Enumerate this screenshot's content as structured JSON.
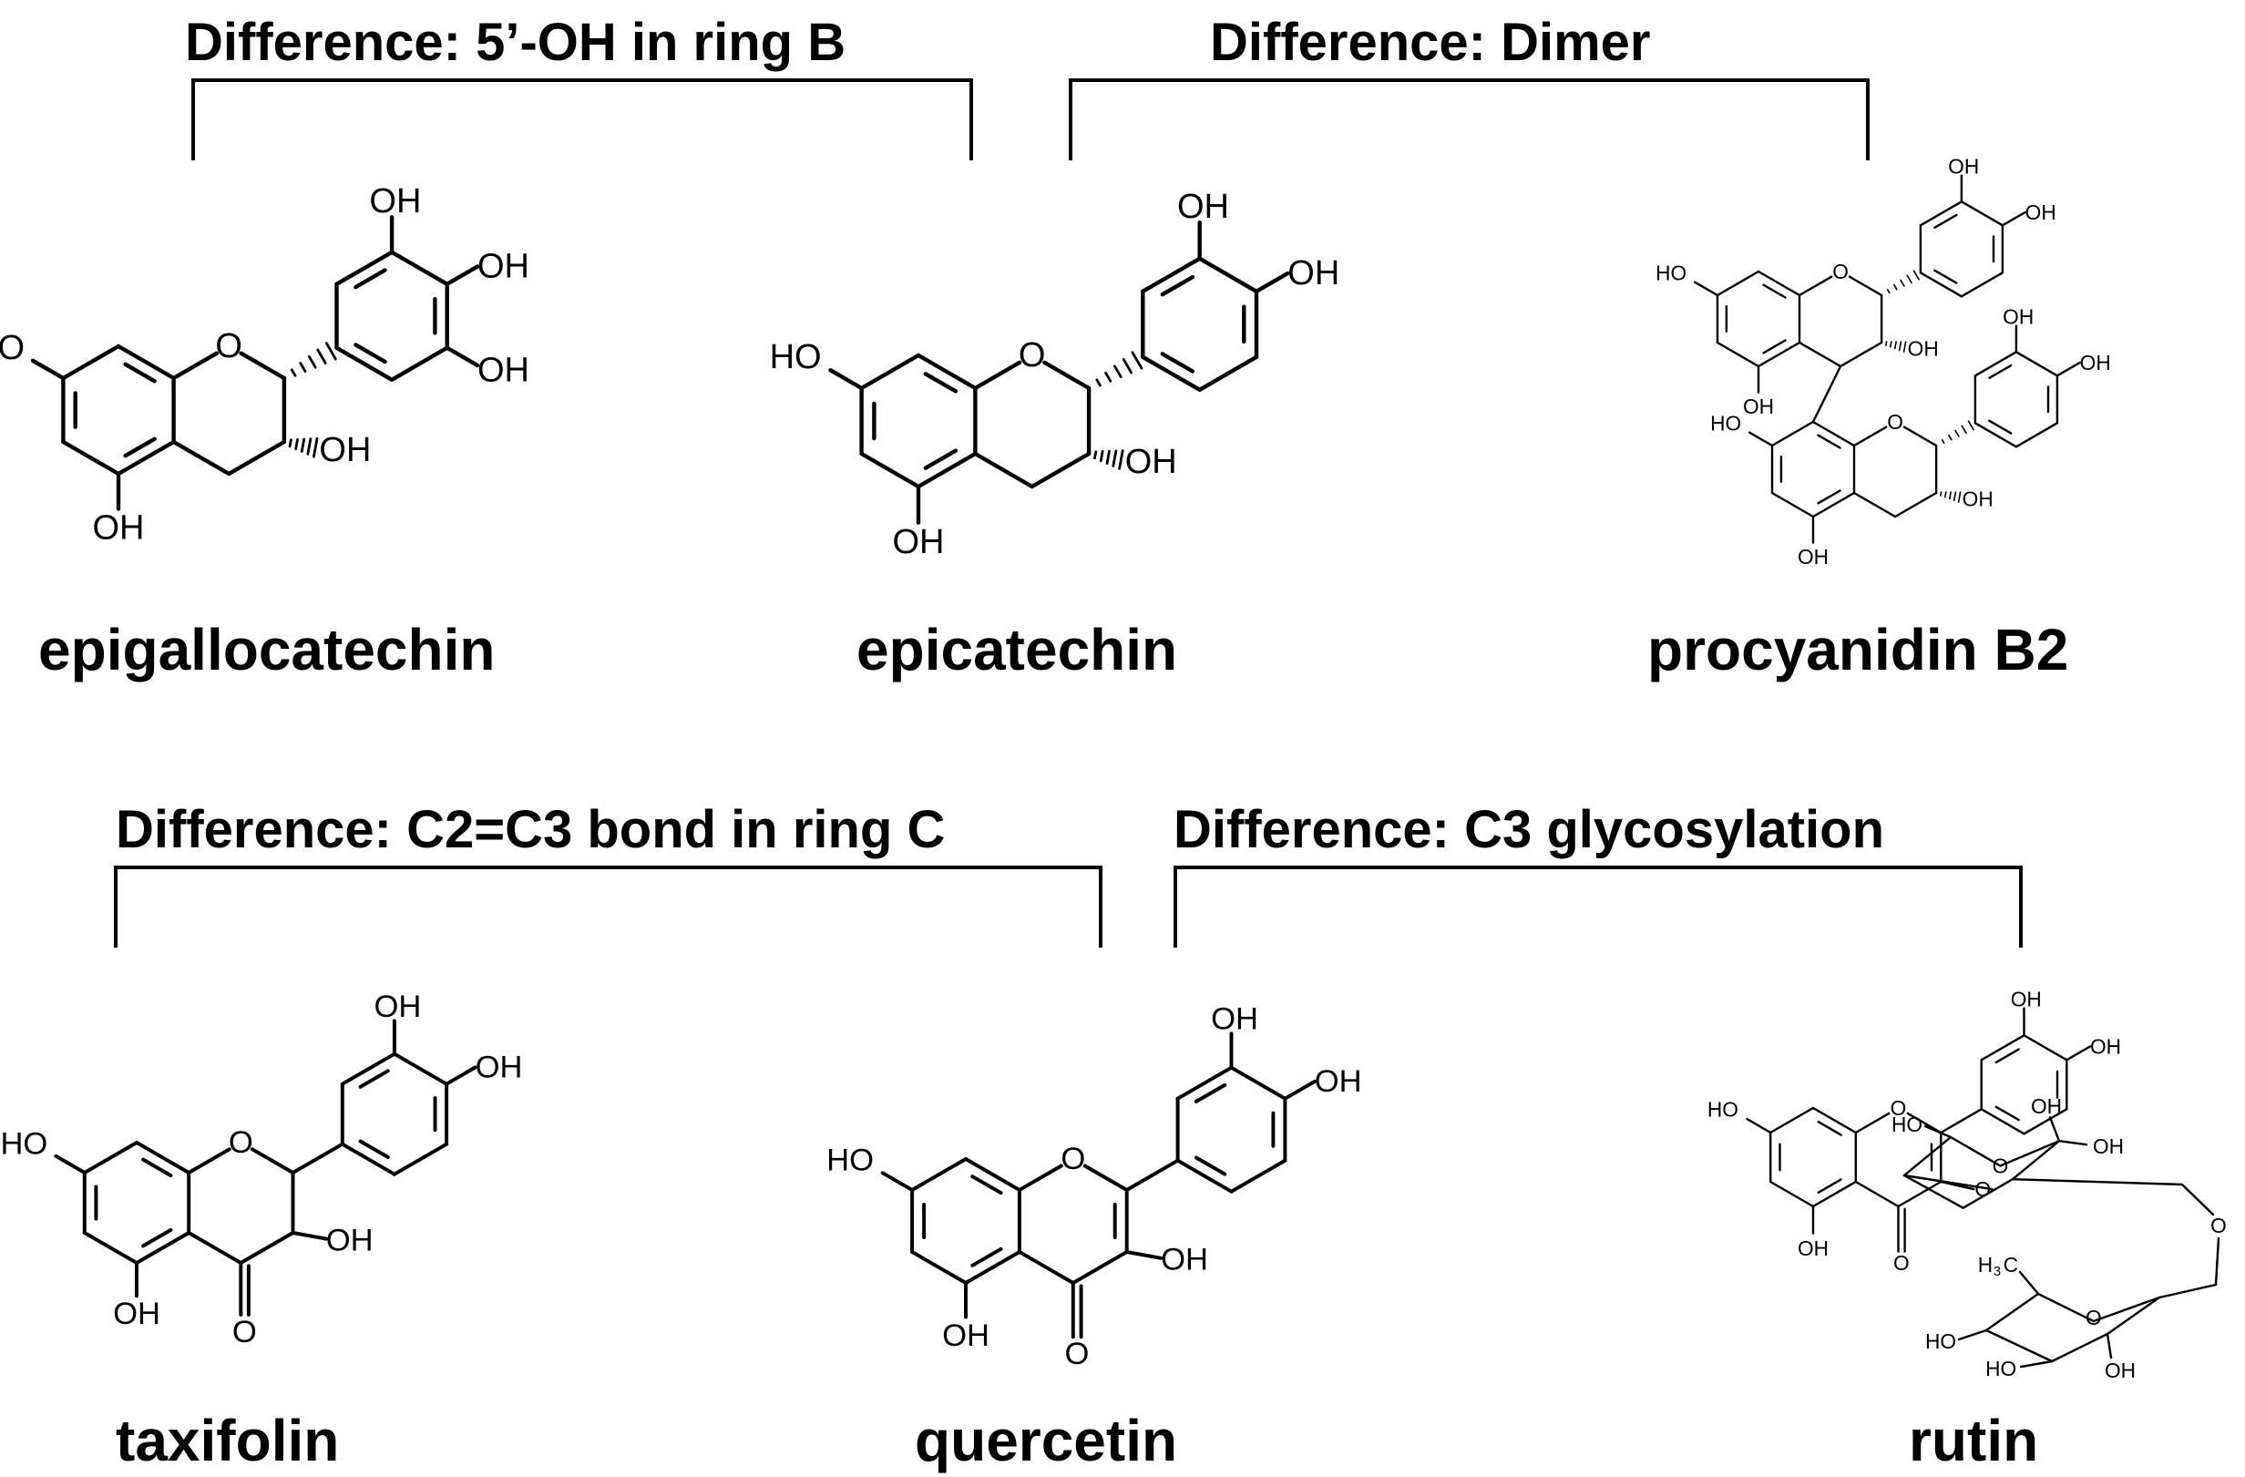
{
  "comparisons": [
    {
      "label": "Difference: 5’-OH in ring B"
    },
    {
      "label": "Difference: Dimer"
    },
    {
      "label": "Difference: C2=C3 bond in ring C"
    },
    {
      "label": "Difference: C3 glycosylation"
    }
  ],
  "compounds": [
    {
      "name": "epigallocatechin",
      "structure_color": "#000000"
    },
    {
      "name": "epicatechin",
      "structure_color": "#000000"
    },
    {
      "name": "procyanidin B2",
      "structure_color": "#444444"
    },
    {
      "name": "taxifolin",
      "structure_color": "#000000"
    },
    {
      "name": "quercetin",
      "structure_color": "#000000"
    },
    {
      "name": "rutin",
      "structure_color": "#6a6a6a"
    }
  ],
  "atoms": {
    "hydroxyl": "OH",
    "hydroxyl_left": "HO",
    "ring_oxygen": "O",
    "methyl_h": "H",
    "methyl_subscript": "3",
    "methyl_c": "C"
  }
}
